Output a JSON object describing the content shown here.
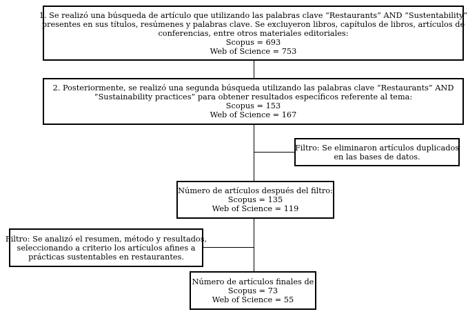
{
  "steps": {
    "step1": {
      "lines": [
        "1. Se realizó una búsqueda de artículo que utilizando las palabras clave “Restaurants” AND “Sustentability”",
        "presentes en sus títulos, resúmenes y palabras clave. Se excluyeron libros, capítulos de libros, artículos de",
        "conferencias, entre otros materiales editoriales:",
        "Scopus = 693",
        "Web of Science = 753"
      ]
    },
    "step2": {
      "lines": [
        "2. Posteriormente, se realizó una segunda búsqueda utilizando las palabras clave “Restaurants” AND",
        "“Sustainability practices” para obtener resultados específicos referente al tema:",
        "Scopus = 153",
        "Web of Science = 167"
      ]
    },
    "filter1": {
      "lines": [
        "Filtro: Se eliminaron artículos duplicados",
        "en las bases de datos."
      ]
    },
    "after_filter": {
      "lines": [
        "Número de artículos después del filtro:",
        "Scopus = 135",
        "Web of Science = 119"
      ]
    },
    "filter2": {
      "lines": [
        "Filtro: Se analizó el resumen, método y resultados,",
        "seleccionando a criterio los artículos afines a",
        "prácticas sustentables en restaurantes."
      ]
    },
    "final": {
      "lines": [
        "Número de artículos finales de",
        "Scopus = 73",
        "Web of Science = 55"
      ]
    }
  }
}
